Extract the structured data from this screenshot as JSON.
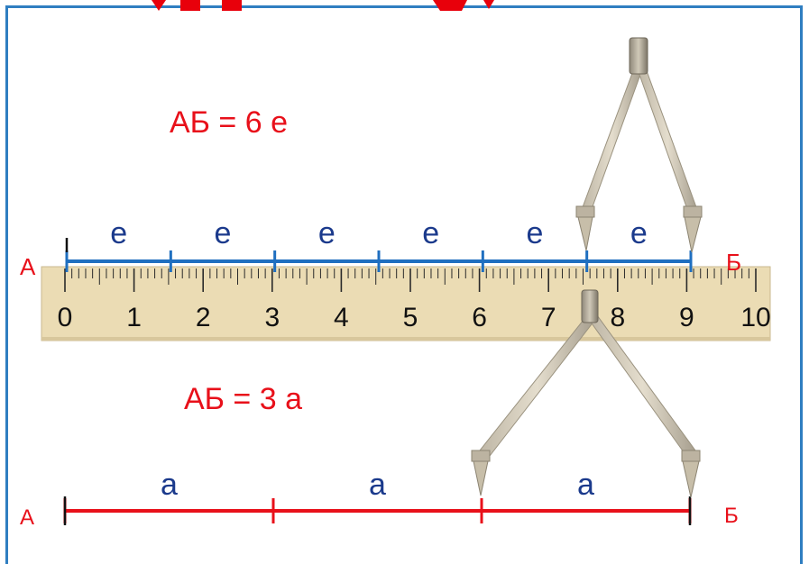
{
  "header": {
    "clipped_title_color": "#e8000b"
  },
  "equation_top": {
    "text": "АБ = 6 е"
  },
  "equation_bottom": {
    "text": "АБ = 3 а"
  },
  "top_segment": {
    "start_label": "А",
    "end_label": "Б",
    "unit_label": "е",
    "unit_count": 6,
    "color": "#1f6fc0"
  },
  "bottom_segment": {
    "start_label": "А",
    "end_label": "Б",
    "unit_label": "а",
    "unit_count": 3,
    "color": "#e8101a"
  },
  "ruler": {
    "numbers": [
      "0",
      "1",
      "2",
      "3",
      "4",
      "5",
      "6",
      "7",
      "8",
      "9",
      "10"
    ],
    "fill": "#ebdcb4"
  },
  "colors": {
    "label_red": "#e8101a",
    "label_blue": "#1b3a8c",
    "frame_blue": "#2f7ec1"
  }
}
